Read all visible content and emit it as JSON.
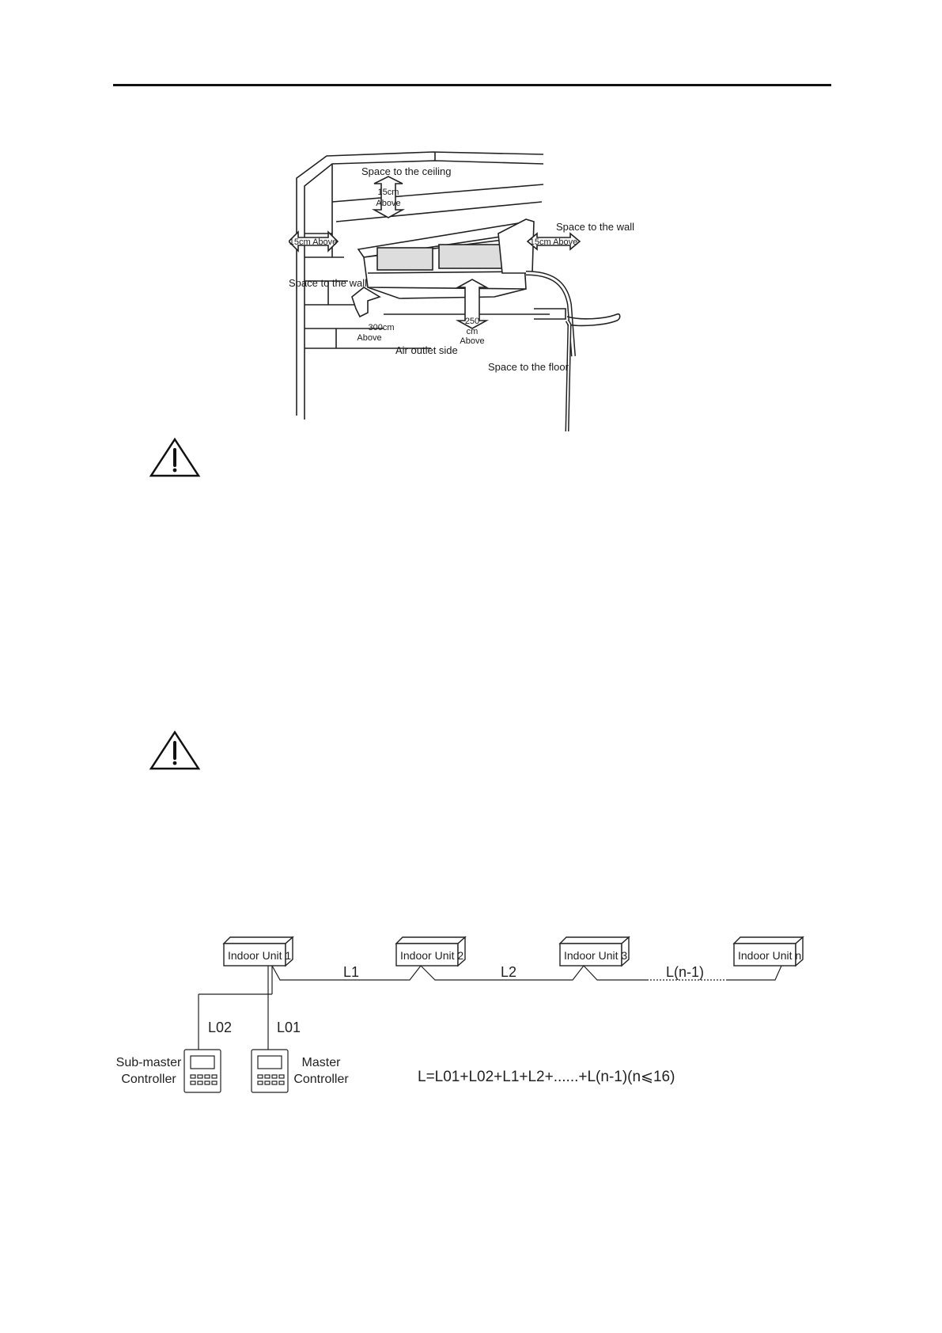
{
  "installation_figure": {
    "labels": {
      "ceiling": "Space to the ceiling",
      "ceiling_dist_1": "15cm",
      "ceiling_dist_2": "Above",
      "wall_right": "Space to the wall",
      "wall_right_dist": "15cm Above",
      "wall_left_dist": "15cm Above",
      "wall_left": "Space to the wall",
      "outlet_dist_1": "300cm",
      "outlet_dist_2": "Above",
      "outlet": "Air outlet side",
      "floor_dist_1": "250",
      "floor_dist_2": "cm",
      "floor_dist_3": "Above",
      "floor": "Space to the floor"
    }
  },
  "wiring_diagram": {
    "units": [
      "Indoor Unit 1",
      "Indoor Unit 2",
      "Indoor Unit 3",
      "Indoor Unit n"
    ],
    "segments": [
      "L1",
      "L2",
      "L(n-1)"
    ],
    "controller_lines": [
      "L02",
      "L01"
    ],
    "sub_master_label": [
      "Sub-master",
      "Controller"
    ],
    "master_label": [
      "Master",
      "Controller"
    ],
    "formula": "L=L01+L02+L1+L2+......+L(n-1)(n⩽16)"
  },
  "icons": [
    "warning-icon",
    "warning-icon"
  ]
}
